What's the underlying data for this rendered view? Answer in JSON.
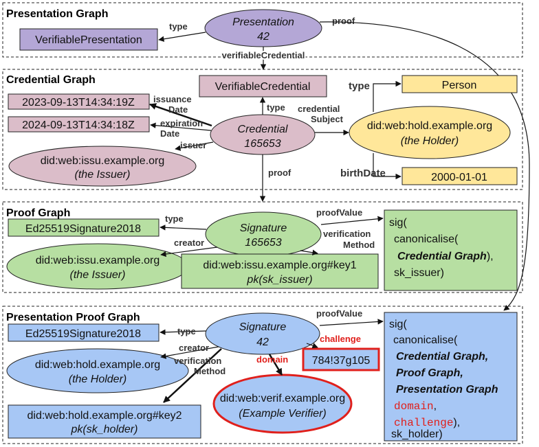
{
  "sections": {
    "presentation_graph": "Presentation Graph",
    "credential_graph": "Credential Graph",
    "proof_graph": "Proof Graph",
    "presentation_proof_graph": "Presentation Proof Graph"
  },
  "nodes": {
    "presentation": {
      "line1": "Presentation",
      "line2": "42"
    },
    "verifiable_presentation": "VerifiablePresentation",
    "verifiable_credential": "VerifiableCredential",
    "issuance_date_value": "2023-09-13T14:34:19Z",
    "expiration_date_value": "2024-09-13T14:34:18Z",
    "credential": {
      "line1": "Credential",
      "line2": "165653"
    },
    "issuer": {
      "line1": "did:web:issu.example.org",
      "line2": "(the Issuer)"
    },
    "holder": {
      "line1": "did:web:hold.example.org",
      "line2": "(the Holder)"
    },
    "person": "Person",
    "birth_date_value": "2000-01-01",
    "signature1": {
      "line1": "Signature",
      "line2": "165653"
    },
    "sig_type1": "Ed25519Signature2018",
    "creator1": {
      "line1": "did:web:issu.example.org",
      "line2": "(the Issuer)"
    },
    "key1": {
      "line1": "did:web:issu.example.org#key1",
      "line2": "pk(sk_issuer)"
    },
    "proof_value1": {
      "l1": "sig(",
      "l2": "canonicalise(",
      "l3": "Credential Graph",
      "l3b": "),",
      "l4": "sk_issuer)"
    },
    "signature2": {
      "line1": "Signature",
      "line2": "42"
    },
    "sig_type2": "Ed25519Signature2018",
    "creator2": {
      "line1": "did:web:hold.example.org",
      "line2": "(the Holder)"
    },
    "challenge_value": "784!37g105",
    "verifier": {
      "line1": "did:web:verif.example.org",
      "line2": "(Example Verifier)"
    },
    "key2": {
      "line1": "did:web:hold.example.org#key2",
      "line2": "pk(sk_holder)"
    },
    "proof_value2": {
      "l1": "sig(",
      "l2": "canonicalise(",
      "l3": "Credential Graph,",
      "l4": "Proof Graph,",
      "l5": "Presentation Graph",
      "l6a": "domain",
      "l6b": ",",
      "l7a": "challenge",
      "l7b": "),",
      "l8": "sk_holder)"
    }
  },
  "edges": {
    "type": "type",
    "proof": "proof",
    "verifiable_credential": "verifiableCredential",
    "issuance_date": {
      "l1": "issuance",
      "l2": "Date"
    },
    "expiration_date": {
      "l1": "expiration",
      "l2": "Date"
    },
    "issuer": "issuer",
    "credential_subject": {
      "l1": "credential",
      "l2": "Subject"
    },
    "birth_date": "birthDate",
    "proof_value": "proofValue",
    "creator": "creator",
    "verification_method": {
      "l1": "verification",
      "l2": "Method"
    },
    "challenge": "challenge",
    "domain": "domain"
  },
  "colors": {
    "presentation": "#b4a7d6",
    "credential": "#dbbdc9",
    "subject": "#ffe79a",
    "proof": "#b7dfa2",
    "presentation_proof": "#a7c7f5",
    "highlight": "#e0201c"
  }
}
